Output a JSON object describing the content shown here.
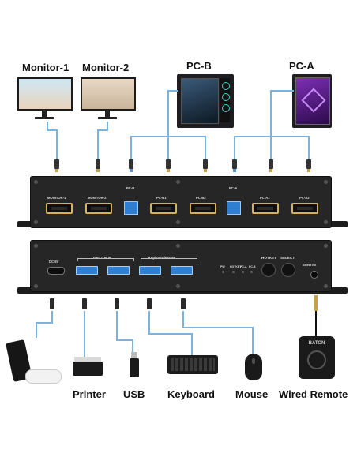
{
  "labels": {
    "monitor1": "Monitor-1",
    "monitor2": "Monitor-2",
    "pc_b": "PC-B",
    "pc_a": "PC-A",
    "printer": "Printer",
    "usb": "USB",
    "keyboard": "Keyboard",
    "mouse": "Mouse",
    "wired_remote": "Wired Remote"
  },
  "front_panel": {
    "monitor1": "MONITOR-1",
    "monitor2": "MONITOR-2",
    "pc_b": "PC-B",
    "pc_b1": "PC-B1",
    "pc_b2": "PC-B2",
    "pc_a": "PC-A",
    "pc_a1": "PC-A1",
    "pc_a2": "PC-A2"
  },
  "back_panel": {
    "dc": "DC 5V",
    "usb_hub": "USB3.0 HUB",
    "keyboard_mouse": "Keyboard/Mouse",
    "hotkey": "HOTKEY",
    "select": "SELECT",
    "select_ext": "Select EX",
    "pwr": "PW",
    "hotkey_led": "HOTKEY",
    "pc_a_led": "PC-A",
    "pc_b_led": "PC-B"
  },
  "remote_brand": "BATON",
  "colors": {
    "wire": "#7ab3de",
    "hdmi_gold": "#d5b25a",
    "usb_blue": "#2f7fd4"
  }
}
